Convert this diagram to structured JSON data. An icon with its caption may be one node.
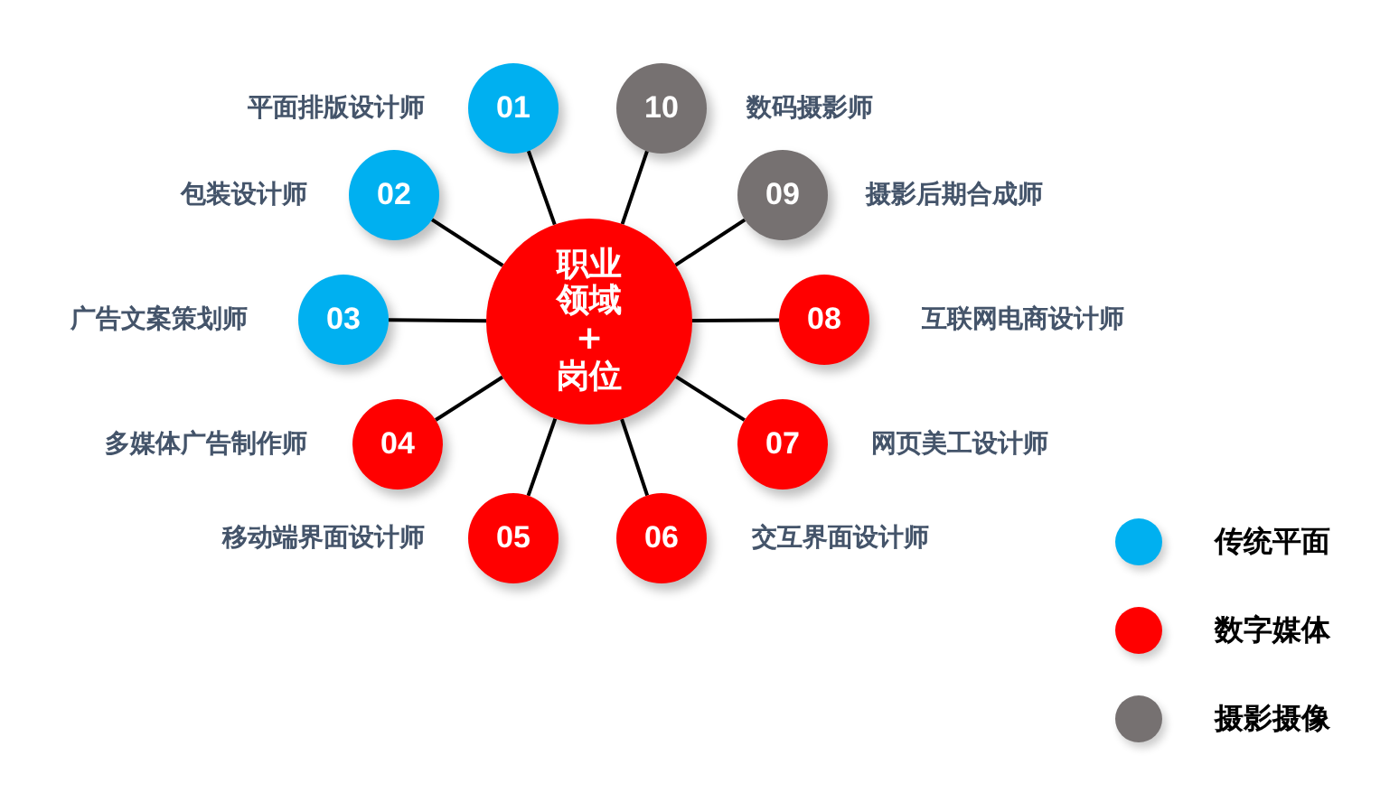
{
  "diagram": {
    "nodes": [
      {
        "text": [
          "职业领域",
          "+",
          "岗位"
        ]
      },
      {
        "text": [
          "01"
        ],
        "beside": [
          "平面排版设计师"
        ]
      },
      {
        "text": [
          "02"
        ],
        "beside": [
          "包装设计师"
        ]
      },
      {
        "text": [
          "03"
        ],
        "beside": [
          "广告文案策划师"
        ]
      },
      {
        "text": [
          "04"
        ],
        "beside": [
          "多媒体广告制作师"
        ]
      },
      {
        "text": [
          "05"
        ],
        "beside": [
          "移动端界面设计师"
        ]
      },
      {
        "text": [
          "06"
        ],
        "beside": [
          "交互界面设计师"
        ]
      },
      {
        "text": [
          "07"
        ],
        "beside": [
          "网页美工设计师"
        ]
      },
      {
        "text": [
          "08"
        ],
        "beside": [
          "互联网电商设计师"
        ]
      },
      {
        "text": [
          "09"
        ],
        "beside": [
          "摄影后期合成师"
        ]
      },
      {
        "text": [
          "10"
        ],
        "beside": [
          "数码摄影师"
        ]
      }
    ],
    "edges": [
      {
        "from": 0,
        "to": 1,
        "arrow": "none"
      },
      {
        "from": 0,
        "to": 2,
        "arrow": "none"
      },
      {
        "from": 0,
        "to": 3,
        "arrow": "none"
      },
      {
        "from": 0,
        "to": 4,
        "arrow": "none"
      },
      {
        "from": 0,
        "to": 5,
        "arrow": "none"
      },
      {
        "from": 0,
        "to": 6,
        "arrow": "none"
      },
      {
        "from": 0,
        "to": 7,
        "arrow": "none"
      },
      {
        "from": 0,
        "to": 8,
        "arrow": "none"
      },
      {
        "from": 0,
        "to": 9,
        "arrow": "none"
      },
      {
        "from": 0,
        "to": 10,
        "arrow": "none"
      }
    ],
    "legend": [
      {
        "text": "传统平面",
        "color": "#00b0f0"
      },
      {
        "text": "数字媒体",
        "color": "#ff0000"
      },
      {
        "text": "摄影摄像",
        "color": "#767171"
      }
    ]
  }
}
